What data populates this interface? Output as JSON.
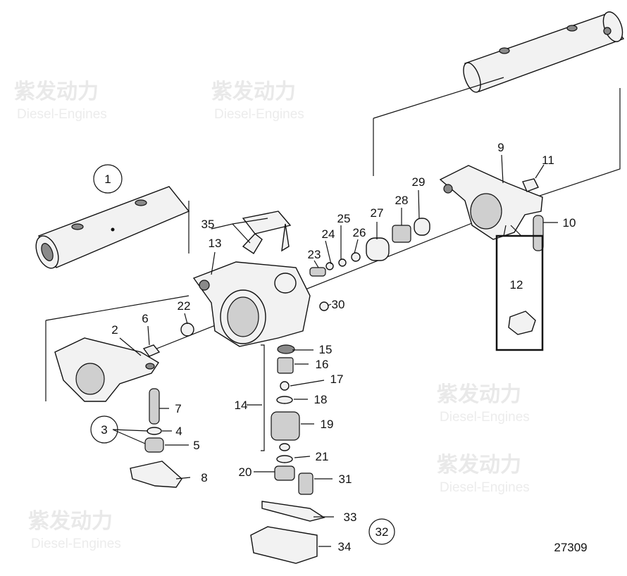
{
  "diagram": {
    "drawing_number": "27309",
    "watermark": {
      "chinese": "紫发动力",
      "english": "Diesel-Engines"
    },
    "callouts": {
      "c1": "1",
      "c2": "2",
      "c3": "3",
      "c4": "4",
      "c5": "5",
      "c6": "6",
      "c7": "7",
      "c8": "8",
      "c9": "9",
      "c10": "10",
      "c11": "11",
      "c12": "12",
      "c13": "13",
      "c14": "14",
      "c15": "15",
      "c16": "16",
      "c17": "17",
      "c18": "18",
      "c19": "19",
      "c20": "20",
      "c21": "21",
      "c22": "22",
      "c23": "23",
      "c24": "24",
      "c25": "25",
      "c26": "26",
      "c27": "27",
      "c28": "28",
      "c29": "29",
      "c30": "30",
      "c31": "31",
      "c32": "32",
      "c33": "33",
      "c34": "34",
      "c35": "35"
    },
    "circled_callouts": [
      "1",
      "3",
      "32"
    ]
  }
}
